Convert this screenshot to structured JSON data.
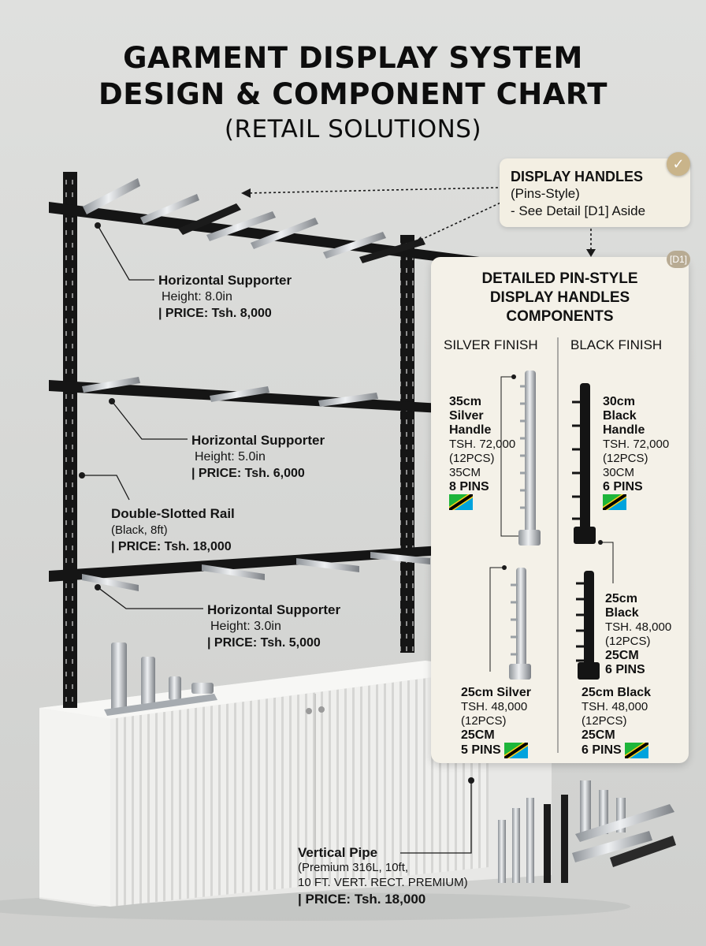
{
  "title": {
    "line1": "GARMENT DISPLAY SYSTEM",
    "line2": "DESIGN & COMPONENT CHART",
    "line3": "(RETAIL SOLUTIONS)"
  },
  "labels": {
    "supporter_top": {
      "name": "Horizontal Supporter",
      "height": "Height: 8.0in",
      "price_prefix": "| PRICE:",
      "price": "Tsh. 8,000"
    },
    "supporter_mid": {
      "name": "Horizontal Supporter",
      "height": "Height: 5.0in",
      "price_prefix": "| PRICE:",
      "price": "Tsh. 6,000"
    },
    "rail": {
      "name": "Double-Slotted Rail",
      "spec": "(Black, 8ft)",
      "price_prefix": "| PRICE:",
      "price": "Tsh. 18,000"
    },
    "supporter_low": {
      "name": "Horizontal Supporter",
      "height": "Height: 3.0in",
      "price_prefix": "| PRICE:",
      "price": "Tsh. 5,000"
    },
    "pipe": {
      "name": "Vertical Pipe",
      "spec1": "(Premium 316L, 10ft,",
      "spec2": "10 FT. VERT. RECT. PREMIUM)",
      "price": "| PRICE: Tsh. 18,000"
    }
  },
  "callout": {
    "title": "DISPLAY HANDLES",
    "line2": "(Pins-Style)",
    "line3": "- See Detail [D1] Aside",
    "check_icon": "✓"
  },
  "panel": {
    "badge": "[D1]",
    "title1": "DETAILED PIN-STYLE",
    "title2": "DISPLAY HANDLES",
    "title3": "COMPONENTS",
    "col_silver": "SILVER FINISH",
    "col_black": "BLACK FINISH",
    "items": {
      "silver35": {
        "l1": "35cm",
        "l2": "Silver",
        "l3": "Handle",
        "price": "TSH. 72,000",
        "qty": "(12PCS)",
        "size": "35CM",
        "pins": "8 PINS"
      },
      "black30": {
        "l1": "30cm",
        "l2": "Black",
        "l3": "Handle",
        "price": "TSH. 72,000",
        "qty": "(12PCS)",
        "size": "30CM",
        "pins": "6 PINS"
      },
      "black25a": {
        "l1": "25cm",
        "l2": "Black",
        "price": "TSH. 48,000",
        "qty": "(12PCS)",
        "size": "25CM",
        "pins": "6 PINS"
      },
      "silver25": {
        "l1": "25cm Silver",
        "price": "TSH. 48,000",
        "qty": "(12PCS)",
        "size": "25CM",
        "pins": "5 PINS"
      },
      "black25b": {
        "l1": "25cm Black",
        "price": "TSH. 48,000",
        "qty": "(12PCS)",
        "size": "25CM",
        "pins": "6 PINS"
      }
    }
  },
  "colors": {
    "rail": "#151515",
    "chrome": "#c9cdd1",
    "panel_bg": "#f4f1e8",
    "flag_green": "#1eb53a",
    "flag_blue": "#00a3dd",
    "flag_yellow": "#fcd116"
  }
}
